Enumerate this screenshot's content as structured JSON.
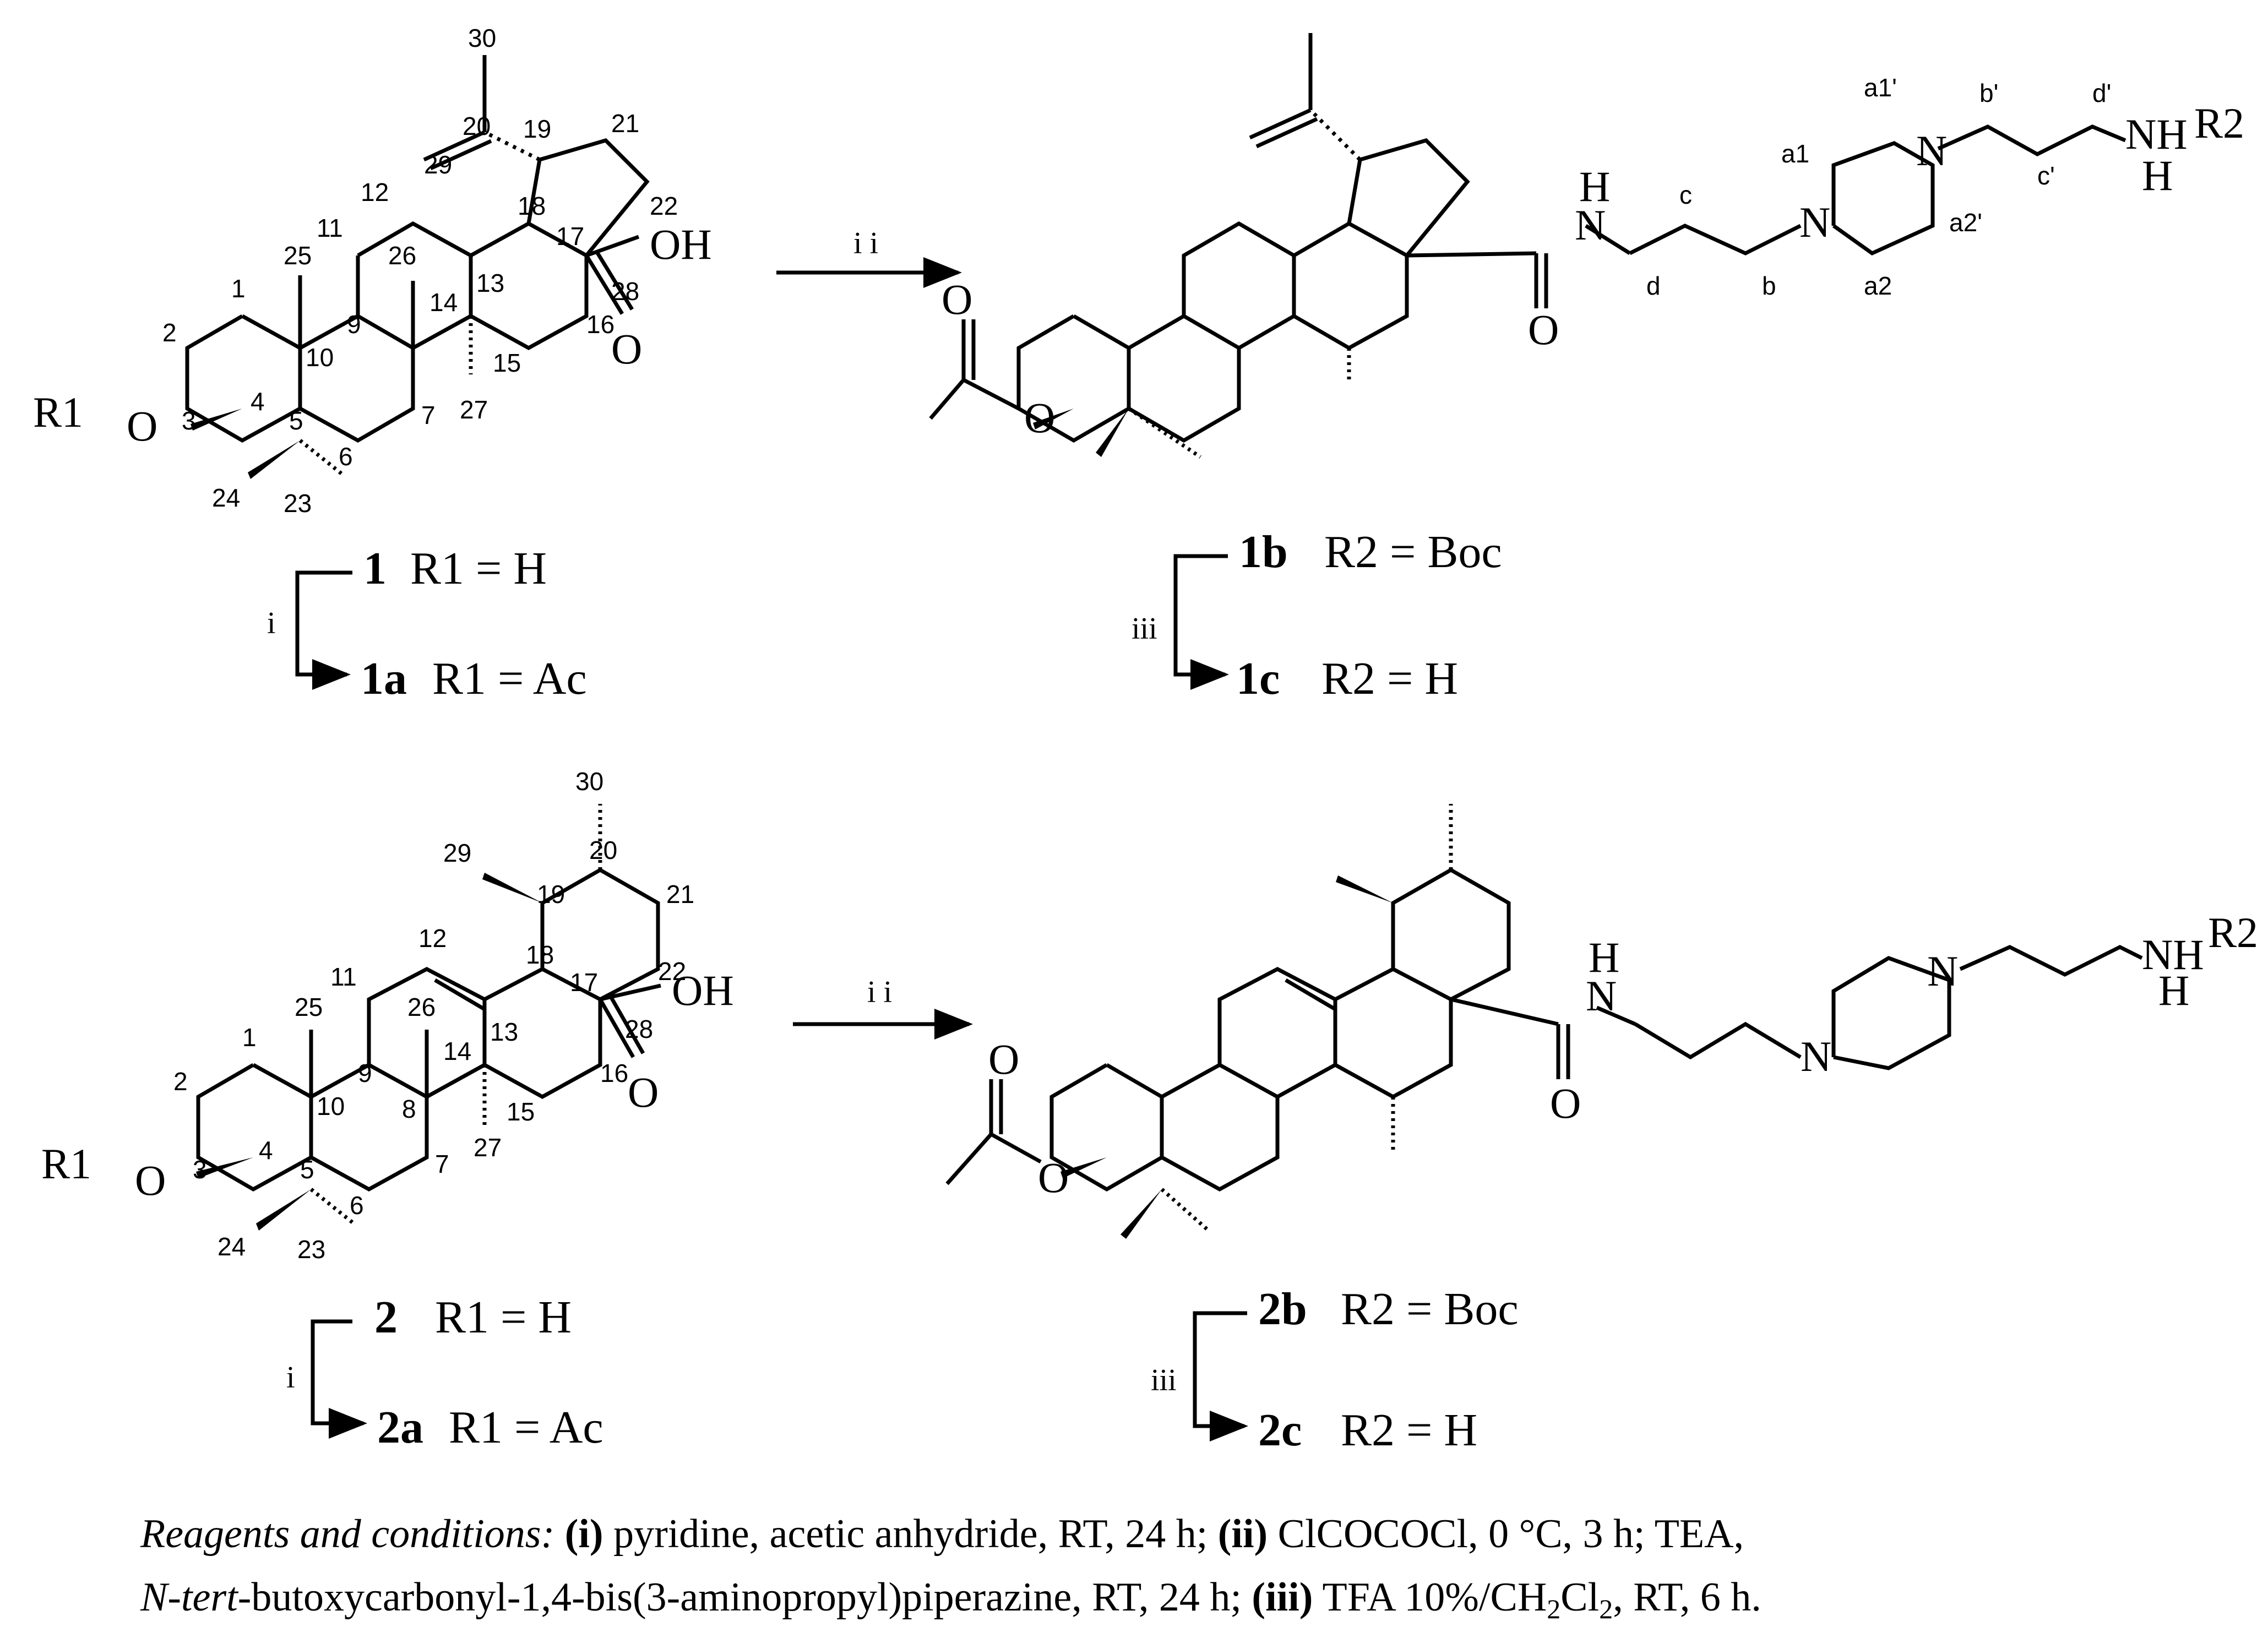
{
  "atoms": {
    "R1": "R1",
    "O": "O",
    "OH": "OH",
    "N": "N",
    "H": "H",
    "NH": "NH",
    "R2": "R2"
  },
  "top_row": {
    "starting_material": {
      "carbon_numbers": [
        "1",
        "2",
        "3",
        "4",
        "5",
        "6",
        "7",
        "9",
        "10",
        "11",
        "12",
        "13",
        "14",
        "15",
        "16",
        "17",
        "18",
        "19",
        "20",
        "21",
        "22",
        "23",
        "24",
        "25",
        "26",
        "27",
        "28",
        "29",
        "30"
      ]
    },
    "arrow_reagent": "i i",
    "product": {
      "chain_labels": [
        "a1'",
        "b'",
        "d'",
        "a1",
        "c'",
        "c",
        "a2'",
        "d",
        "b",
        "a2"
      ]
    },
    "compounds_left": [
      {
        "id": "1",
        "text": "R1 = H"
      },
      {
        "id": "1a",
        "text": "R1 = Ac"
      }
    ],
    "step_left": "i",
    "compounds_right": [
      {
        "id": "1b",
        "text": "R2 = Boc"
      },
      {
        "id": "1c",
        "text": "R2 = H"
      }
    ],
    "step_right": "iii"
  },
  "bottom_row": {
    "starting_material": {
      "carbon_numbers": [
        "1",
        "2",
        "3",
        "4",
        "5",
        "6",
        "7",
        "8",
        "9",
        "10",
        "11",
        "12",
        "13",
        "14",
        "15",
        "16",
        "17",
        "18",
        "19",
        "20",
        "21",
        "22",
        "23",
        "24",
        "25",
        "26",
        "27",
        "28",
        "29",
        "30"
      ]
    },
    "arrow_reagent": "i i",
    "compounds_left": [
      {
        "id": "2",
        "text": "R1 = H"
      },
      {
        "id": "2a",
        "text": "R1 = Ac"
      }
    ],
    "step_left": "i",
    "compounds_right": [
      {
        "id": "2b",
        "text": "R2 = Boc"
      },
      {
        "id": "2c",
        "text": "R2 = H"
      }
    ],
    "step_right": "iii"
  },
  "conditions": {
    "heading": "Reagents and conditions:",
    "step_i_label": "(i)",
    "step_i_text": " pyridine, acetic anhydride, RT, 24 h; ",
    "step_ii_label": "(ii)",
    "step_ii_text": " ClCOCOCl, 0 °C, 3 h; TEA,",
    "line2_italic": "N-tert",
    "line2_text": "-butoxycarbonyl-1,4-bis(3-aminopropyl)piperazine, RT, 24 h; ",
    "step_iii_label": "(iii)",
    "step_iii_text_a": " TFA 10%/CH",
    "sub_2a": "2",
    "step_iii_text_b": "Cl",
    "sub_2b": "2",
    "step_iii_text_c": ", RT, 6 h."
  }
}
